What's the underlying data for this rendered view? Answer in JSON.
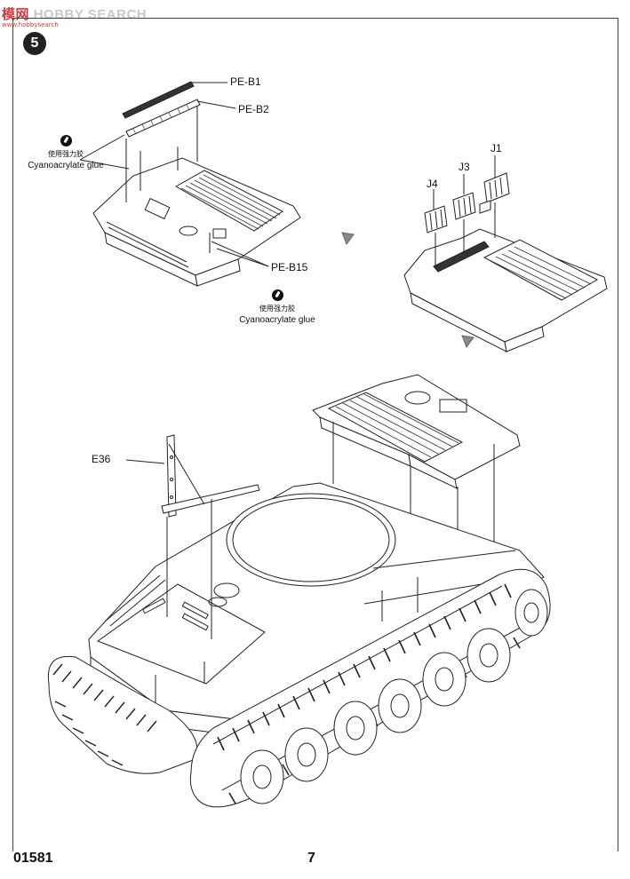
{
  "watermark": {
    "text_a": "模",
    "text_b": "网",
    "text_c": "HOBBY SEARCH",
    "url": "www.hobbysearch"
  },
  "step": {
    "number": "5"
  },
  "labels": {
    "pe_b1": "PE-B1",
    "pe_b2": "PE-B2",
    "pe_b15": "PE-B15",
    "j1": "J1",
    "j3": "J3",
    "j4": "J4",
    "e36": "E36"
  },
  "glue_notes": [
    {
      "cn": "使用强力胶",
      "en": "Cyanoacrylate glue",
      "icon": "glue-icon"
    },
    {
      "cn": "使用强力胶",
      "en": "Cyanoacrylate glue",
      "icon": "glue-icon"
    }
  ],
  "footer": {
    "product_code": "01581",
    "page_number": "7"
  },
  "colors": {
    "ink": "#111111",
    "paper": "#ffffff"
  }
}
